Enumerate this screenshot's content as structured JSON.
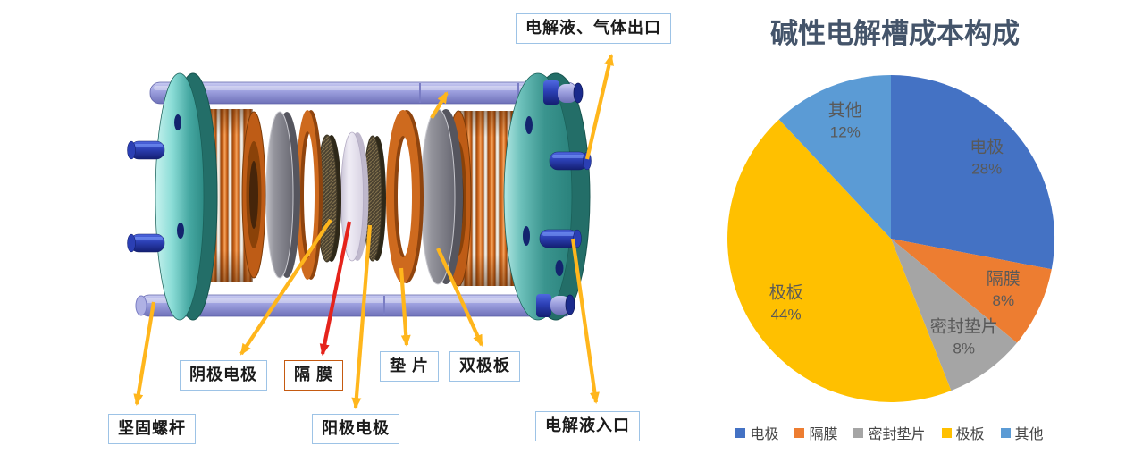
{
  "diagram": {
    "callouts": {
      "outlet": "电解液、气体出口",
      "cathode_electrode": "阴极电极",
      "diaphragm": "隔 膜",
      "gasket": "垫 片",
      "bipolar_plate": "双极板",
      "fastening_rod": "坚固螺杆",
      "anode_electrode": "阳极电极",
      "inlet": "电解液入口"
    },
    "arrow_color": "#FFB61C",
    "highlight_arrow_color": "#E5231B",
    "callout_border_color": "#9DC3E6",
    "diaphragm_callout_border_color": "#C55A11"
  },
  "chart_data": {
    "type": "pie",
    "title": "碱性电解槽成本构成",
    "title_color": "#44546A",
    "categories": [
      "电极",
      "隔膜",
      "密封垫片",
      "极板",
      "其他"
    ],
    "values": [
      28,
      8,
      8,
      44,
      12
    ],
    "unit": "%",
    "colors": [
      "#4472C4",
      "#ED7D31",
      "#A5A5A5",
      "#FFC000",
      "#5B9BD5"
    ],
    "label_color": "#595959",
    "legend_position": "bottom",
    "start_angle_deg": 0,
    "direction": "clockwise"
  }
}
